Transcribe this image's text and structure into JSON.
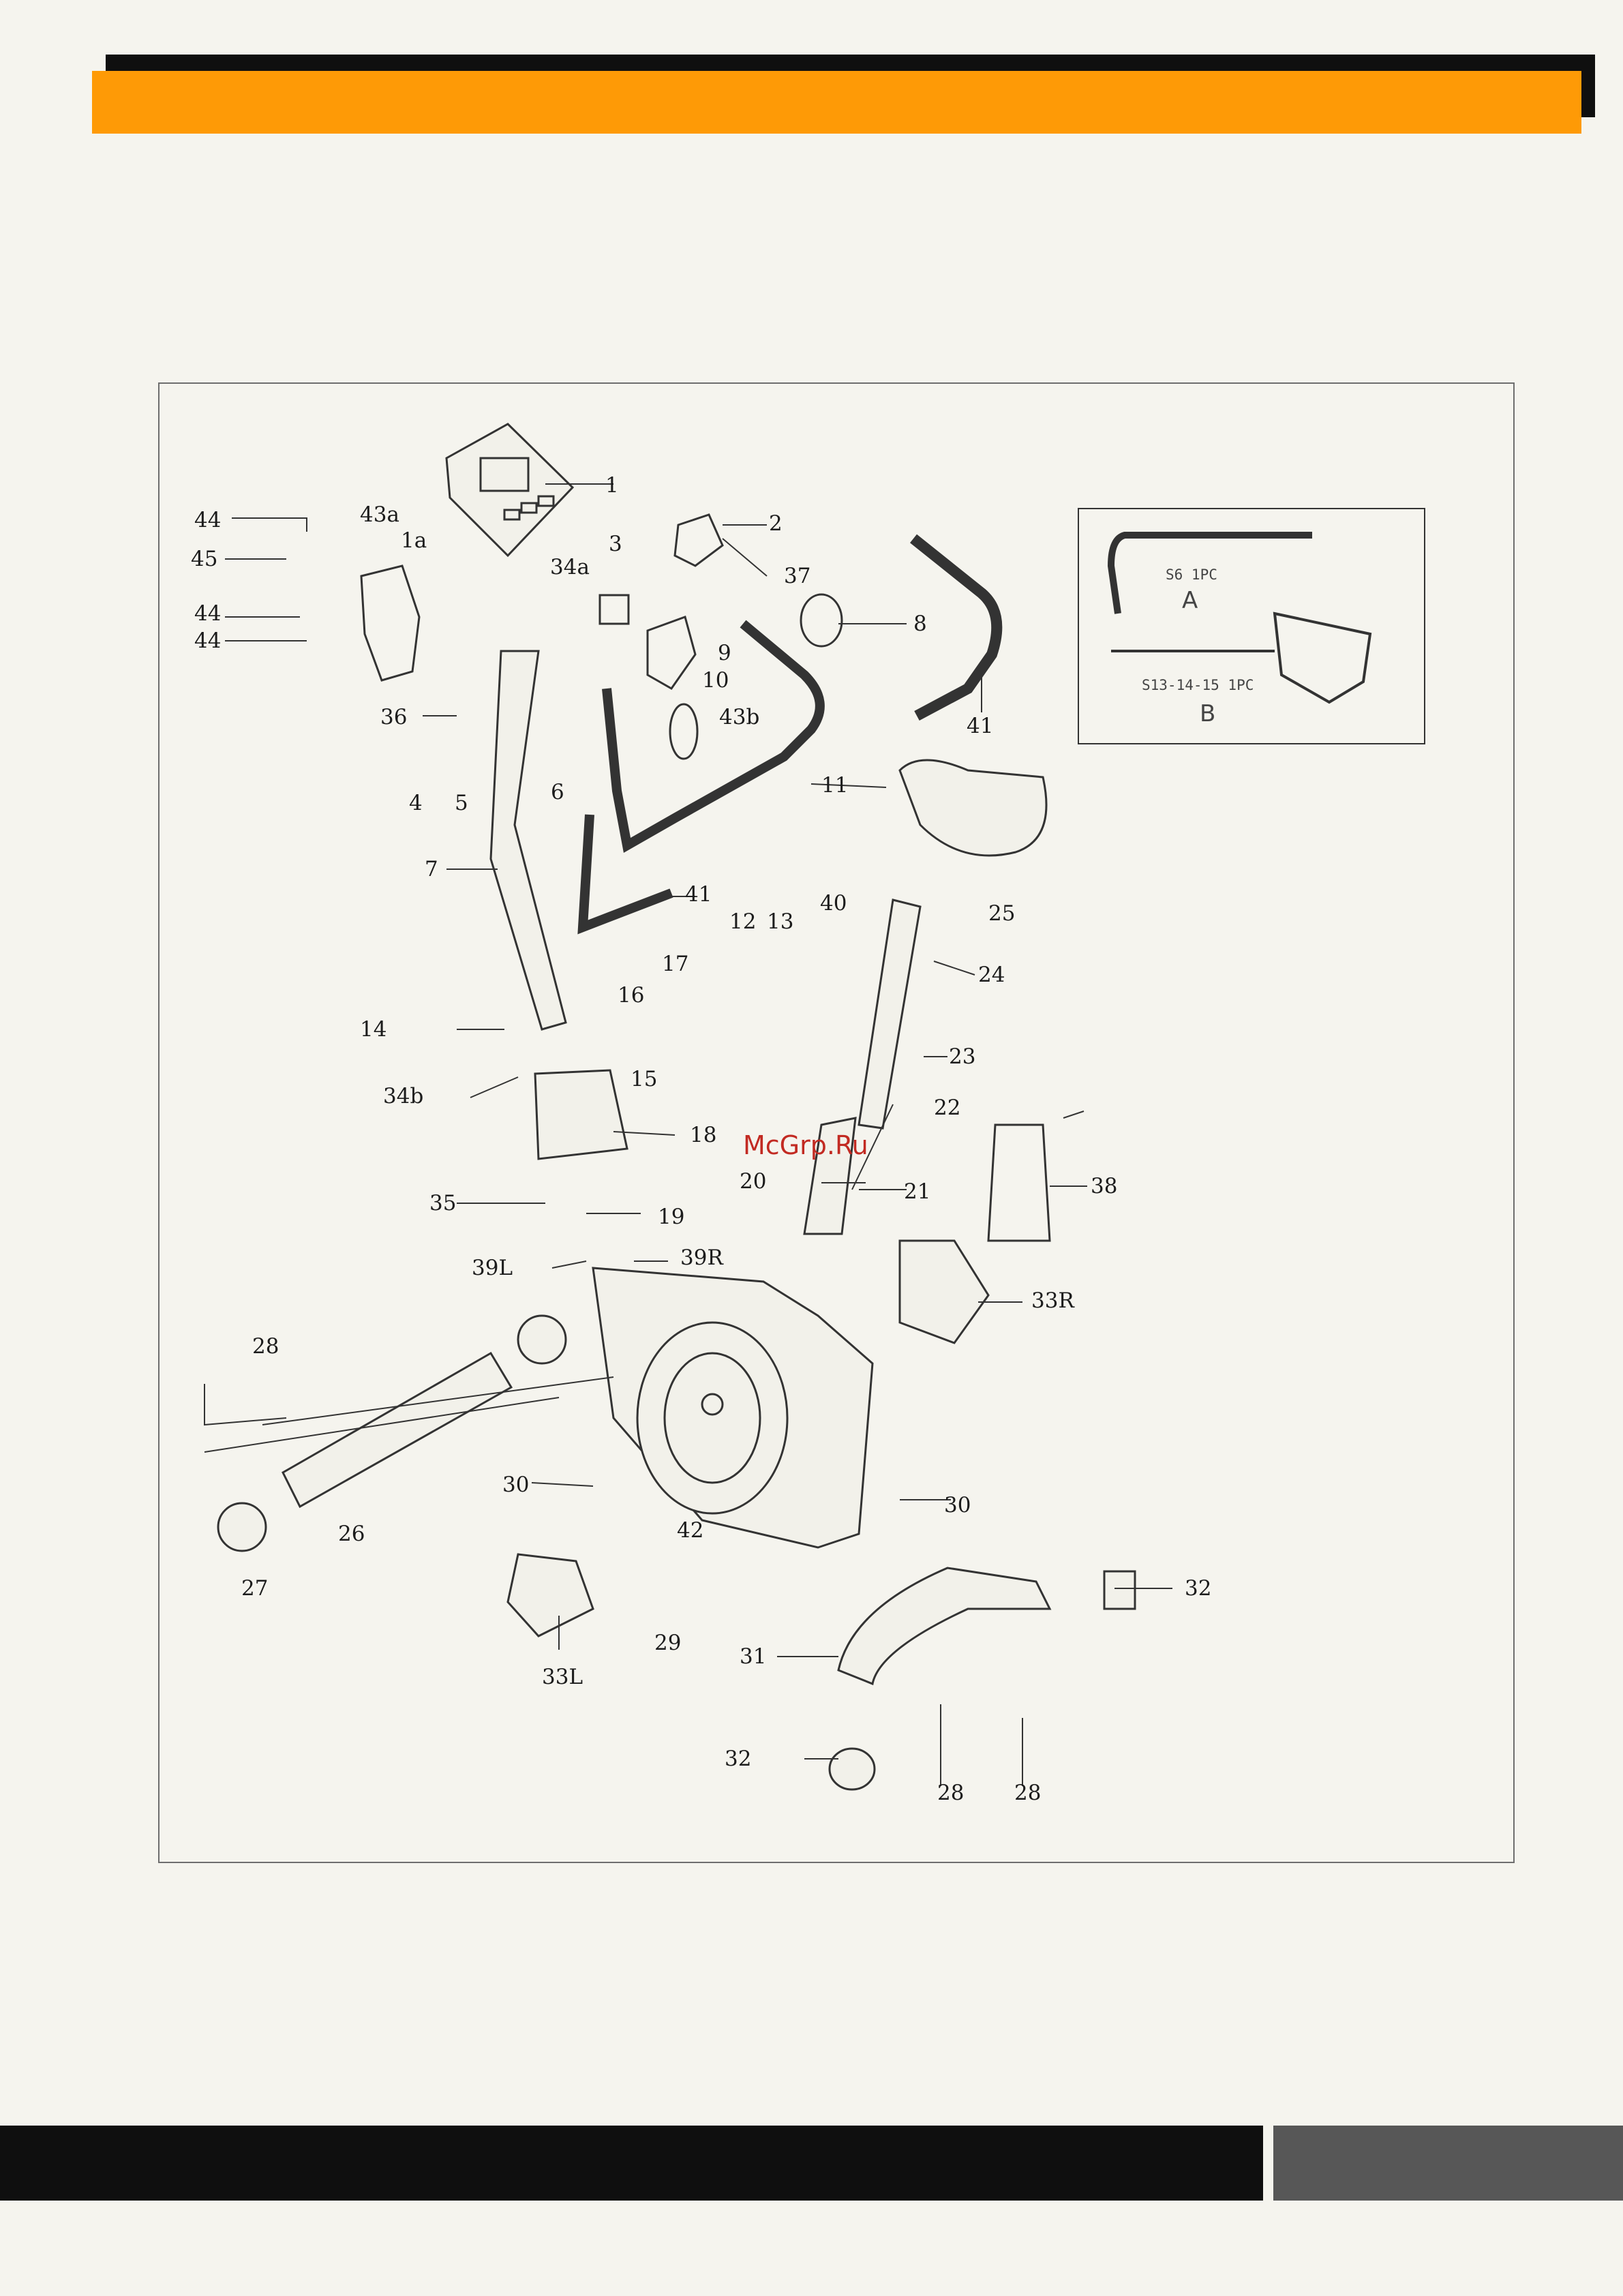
{
  "watermark": "McGrp.Ru",
  "tools": {
    "a_spec": "S6 1PC",
    "a_letter": "A",
    "b_spec": "S13-14-15 1PC",
    "b_letter": "B"
  },
  "labels": [
    "1",
    "2",
    "3",
    "4",
    "5",
    "6",
    "7",
    "8",
    "9",
    "10",
    "11",
    "12",
    "13",
    "14",
    "15",
    "16",
    "17",
    "18",
    "19",
    "20",
    "21",
    "22",
    "23",
    "24",
    "25",
    "26",
    "27",
    "28",
    "29",
    "30",
    "31",
    "32",
    "33L",
    "33R",
    "34a",
    "34b",
    "35",
    "36",
    "37",
    "38",
    "39L",
    "39R",
    "40",
    "41",
    "42",
    "43a",
    "43b",
    "44",
    "45",
    "1a"
  ]
}
